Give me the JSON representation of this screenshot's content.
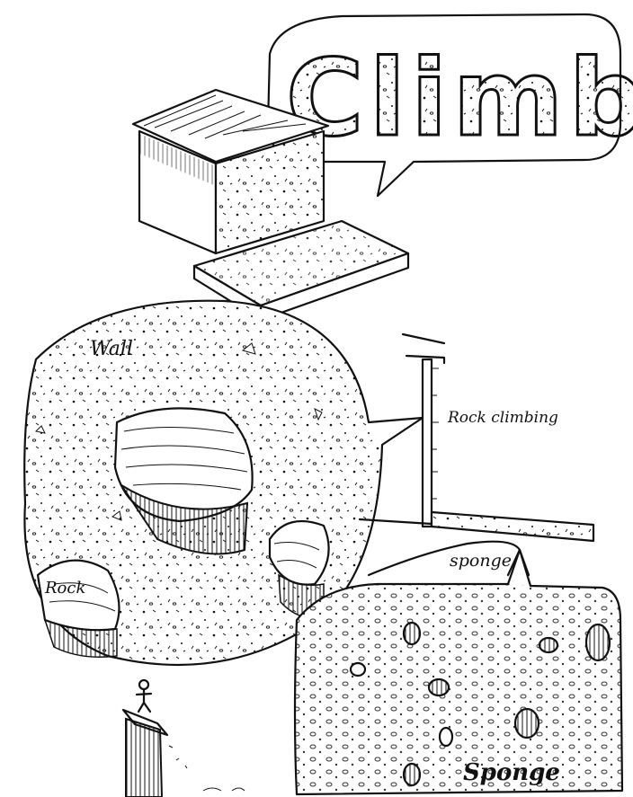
{
  "colors": {
    "ink": "#111111",
    "paper": "#ffffff"
  },
  "labels": {
    "title": "Climb",
    "wall": "Wall",
    "rock": "Rock",
    "rock_climbing": "Rock climbing",
    "sponge_small": "sponge",
    "sponge_large": "Sponge"
  },
  "icons": [
    "speech-bubble",
    "climbing-box",
    "sponge-mat",
    "magnifier-circle",
    "rock-hold",
    "climbing-wall-side",
    "stick-figure"
  ]
}
